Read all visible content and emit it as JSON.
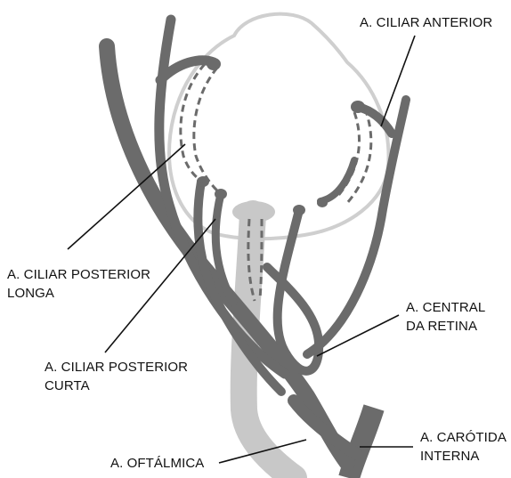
{
  "colors": {
    "vessel": "#6b6b6b",
    "nerve": "#c8c8c8",
    "eye_outline": "#cfcfcf",
    "eye_fill": "#ffffff",
    "leader": "#111111",
    "text": "#111111"
  },
  "labels": {
    "ciliar_anterior": {
      "line1": "A. CILIAR ANTERIOR"
    },
    "ciliar_posterior_longa": {
      "line1": "A. CILIAR POSTERIOR",
      "line2": "LONGA"
    },
    "ciliar_posterior_curta": {
      "line1": "A. CILIAR POSTERIOR",
      "line2": "CURTA"
    },
    "central_retina": {
      "line1": "A. CENTRAL",
      "line2": "DA RETINA"
    },
    "carotida_interna": {
      "line1": "A. CARÓTIDA",
      "line2": "INTERNA"
    },
    "oftalmica": {
      "line1": "A. OFTÁLMICA"
    }
  }
}
